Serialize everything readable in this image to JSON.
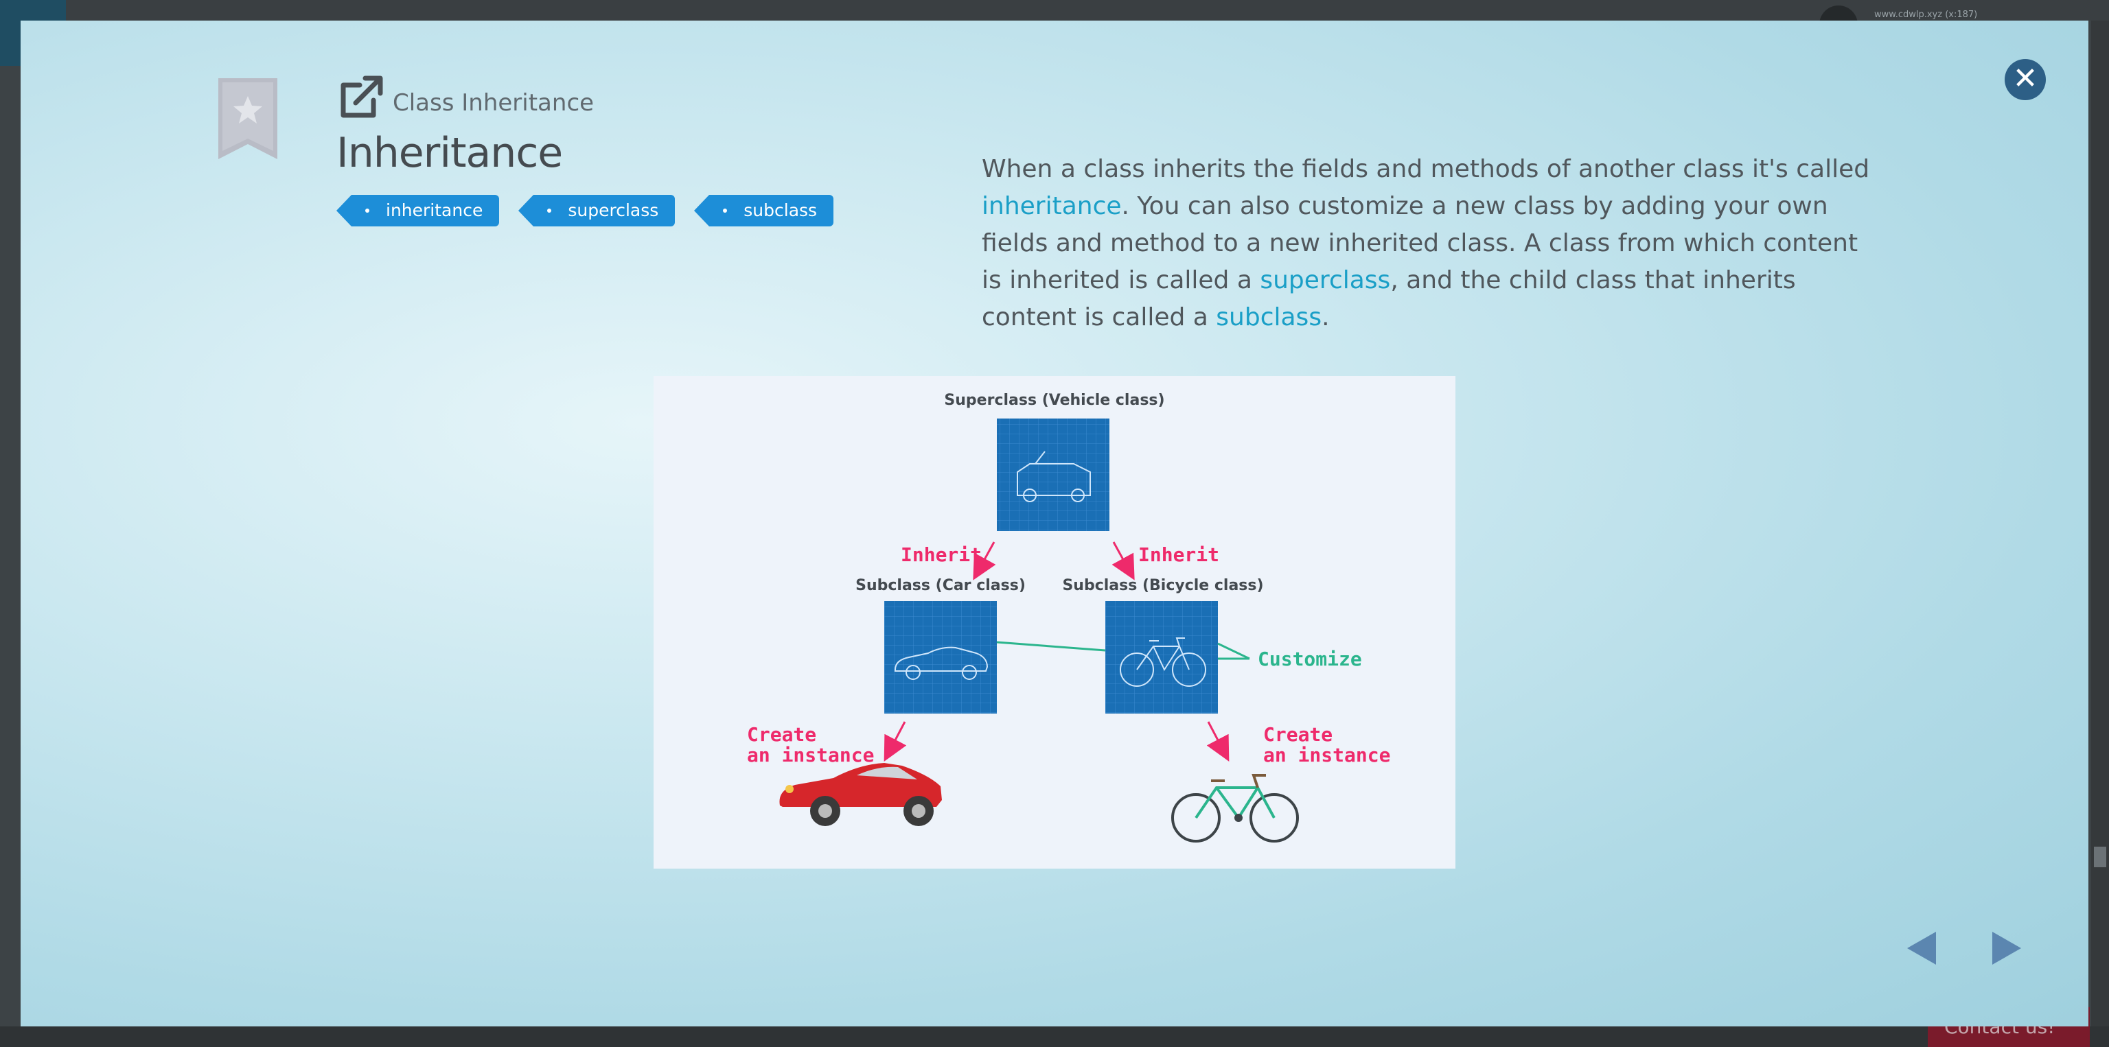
{
  "modal": {
    "category": "Class Inheritance",
    "title": "Inheritance",
    "tags": [
      "inheritance",
      "superclass",
      "subclass"
    ],
    "description": {
      "p1": "When a class inherits the fields and methods of another class it's called ",
      "term1": "inheritance",
      "p2": ". You can also customize a new class by adding your own fields and method to a new inherited class. A class from which content is inherited is called a ",
      "term2": "superclass",
      "p3": ", and the child class that inherits content is called a ",
      "term3": "subclass",
      "p4": "."
    },
    "diagram": {
      "superclass_label": "Superclass (Vehicle class)",
      "car_label": "Subclass (Car class)",
      "bicycle_label": "Subclass (Bicycle class)",
      "inherit_left": "Inherit",
      "inherit_right": "Inherit",
      "customize": "Customize",
      "create_left_1": "Create",
      "create_left_2": "an instance",
      "create_right_1": "Create",
      "create_right_2": "an instance"
    }
  },
  "background": {
    "url_text": "www.cdwlp.xyz (x:187)",
    "contact": "Contact us!"
  },
  "colors": {
    "tag": "#1d8ed8",
    "highlight": "#1a9fc7",
    "blueprint": "#1a6fb5",
    "pink": "#ee2a6b",
    "green": "#2bb58d",
    "close": "#2d5f86",
    "nav_arrow": "#5b86b0"
  },
  "icons": [
    "bookmark-star-icon",
    "external-link-icon",
    "close-icon",
    "prev-arrow-icon",
    "next-arrow-icon"
  ]
}
